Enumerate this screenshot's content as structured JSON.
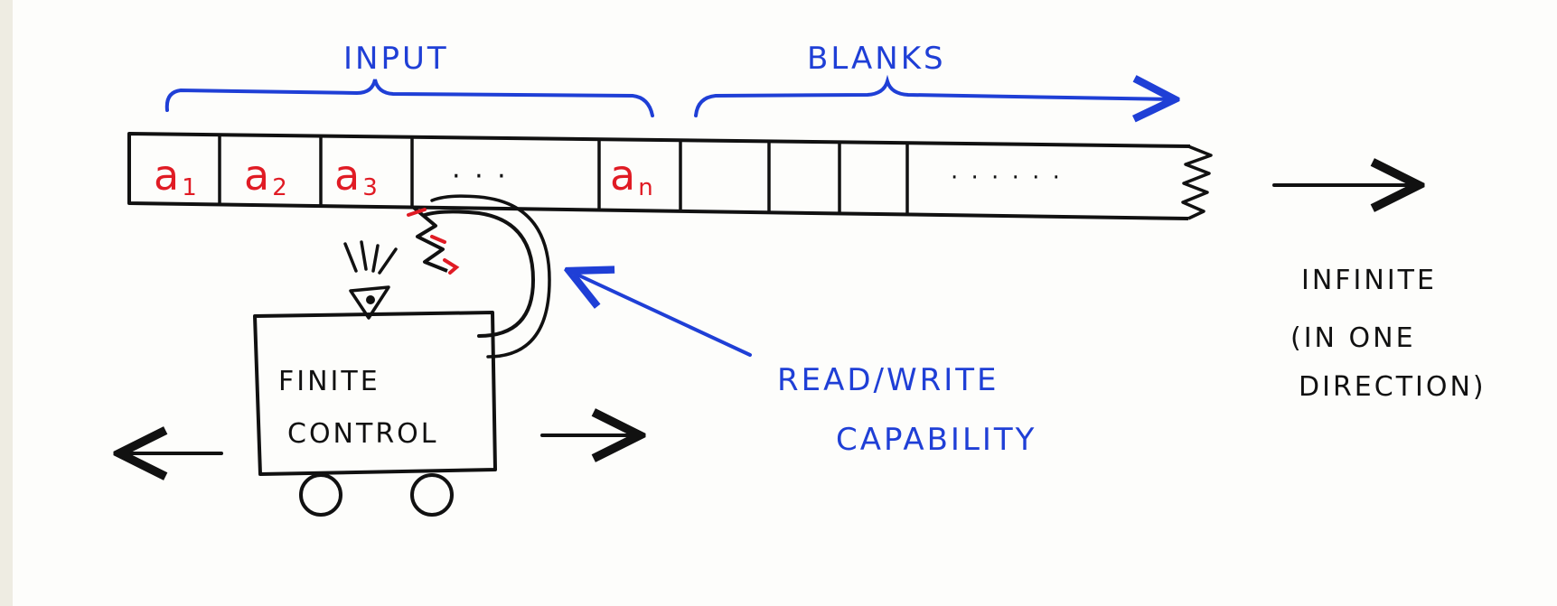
{
  "labels": {
    "input": "INPUT",
    "blanks": "BLANKS",
    "infinite_line1": "INFINITE",
    "infinite_line2": "(IN ONE",
    "infinite_line3": "DIRECTION)",
    "rw_line1": "READ/WRITE",
    "rw_line2": "CAPABILITY",
    "control_line1": "FINITE",
    "control_line2": "CONTROL"
  },
  "tape": {
    "input_cells": [
      {
        "base": "a",
        "sub": "1"
      },
      {
        "base": "a",
        "sub": "2"
      },
      {
        "base": "a",
        "sub": "3"
      },
      {
        "base": "· · ·",
        "sub": ""
      },
      {
        "base": "a",
        "sub": "n"
      }
    ],
    "blank_dots": "· · · · · ·"
  },
  "colors": {
    "ink": "#111111",
    "blue": "#1f3fd6",
    "red": "#e01b24",
    "paper": "#fdfdfb",
    "background": "#eeece2"
  }
}
